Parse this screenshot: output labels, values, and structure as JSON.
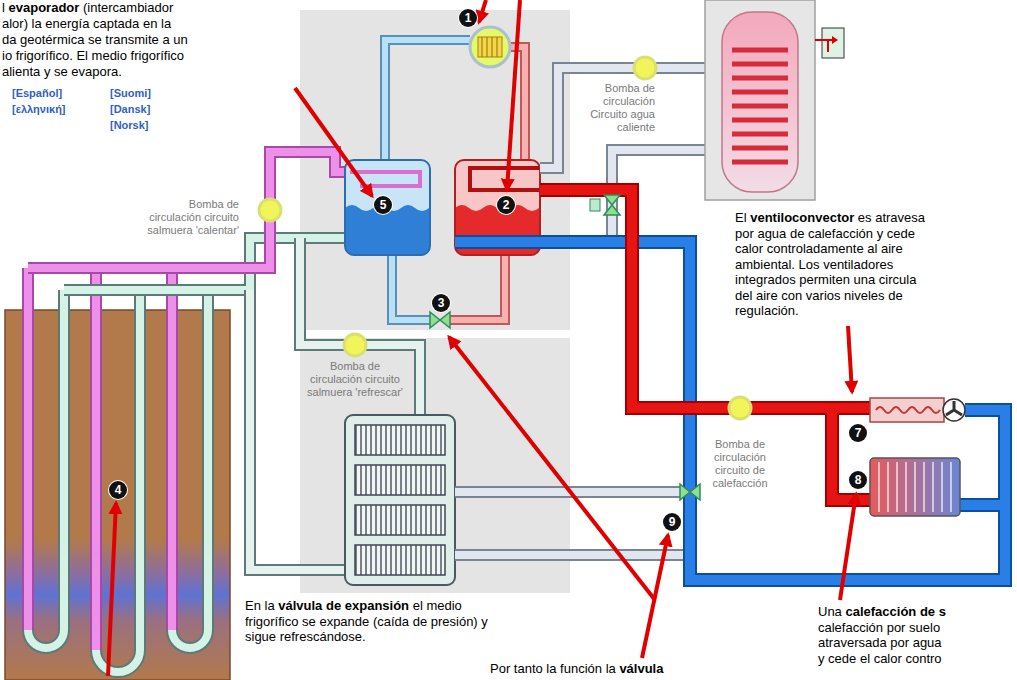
{
  "diagram": {
    "nodes": [
      {
        "text": [
          "1"
        ]
      },
      {
        "text": [
          "2"
        ]
      },
      {
        "text": [
          "3"
        ]
      },
      {
        "text": [
          "4"
        ]
      },
      {
        "text": [
          "5"
        ]
      },
      {
        "text": [
          "7"
        ]
      },
      {
        "text": [
          "8"
        ]
      },
      {
        "text": [
          "9"
        ]
      }
    ],
    "labels": [
      "l",
      "evaporador",
      "(intercambiador",
      "alor) la energía captada en la",
      "da geotérmica se transmite a un",
      "io frigorífico. El medio frigorífico",
      "alienta y se evapora.",
      "[Español]",
      "[Suomi]",
      "[ελληνική]",
      "[Dansk]",
      "[Norsk]",
      "Bomba de circulación Circuito agua caliente",
      "Bomba de circulación circuito salmuera 'calentar'",
      "Bomba de circulación circuito salmuera 'refrescar'",
      "Bomba de circulación circuito de calefacción",
      "El",
      "ventiloconvector",
      "es atravesa",
      "por agua de calefacción y cede",
      "calor controladamente al aire",
      "ambiental. Los ventiladores",
      "integrados permiten una circula",
      "del aire con varios niveles de",
      "regulación.",
      "En la",
      "válvula de expansión",
      "el medio frigorífico se expande (caída de presión) y sigue refrescándose.",
      "Una",
      "calefacción de s",
      "calefacción por suelo",
      "atraversada por agua",
      "y cede el calor contro",
      "Por tanto la función la",
      "válvula"
    ]
  }
}
